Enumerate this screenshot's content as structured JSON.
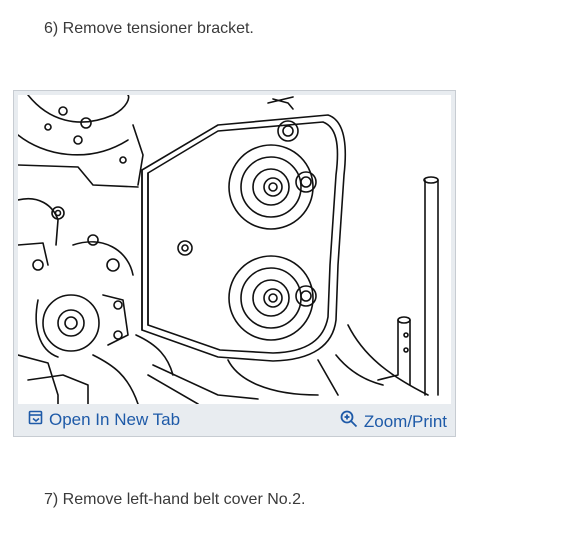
{
  "steps": {
    "step6": "6) Remove tensioner bracket.",
    "step7": "7) Remove left-hand belt cover No.2."
  },
  "figure": {
    "open_tab_label": "Open In New Tab",
    "zoom_print_label": "Zoom/Print",
    "open_tab_icon": "open-new-tab-icon",
    "zoom_icon": "magnifier-plus-icon",
    "link_color": "#1e5aa8",
    "card_background": "#e8ecf0"
  }
}
